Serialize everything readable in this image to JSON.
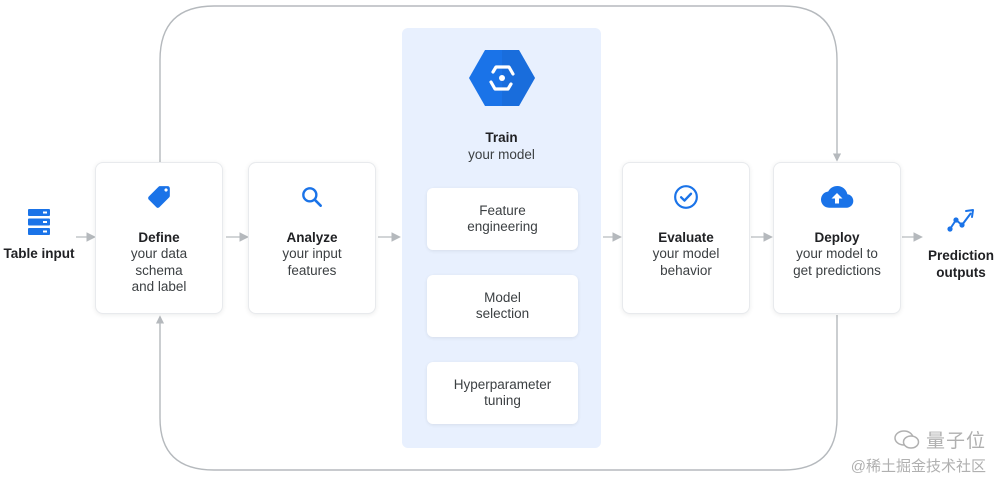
{
  "input": {
    "label": "Table input",
    "icon": "database-icon"
  },
  "steps": [
    {
      "id": "define",
      "title": "Define",
      "desc": [
        "your data",
        "schema",
        "and label"
      ],
      "icon": "tag-icon"
    },
    {
      "id": "analyze",
      "title": "Analyze",
      "desc": [
        "your input",
        "features"
      ],
      "icon": "search-icon"
    },
    {
      "id": "evaluate",
      "title": "Evaluate",
      "desc": [
        "your model",
        "behavior"
      ],
      "icon": "check-circle-icon"
    },
    {
      "id": "deploy",
      "title": "Deploy",
      "desc": [
        "your model to",
        "get predictions"
      ],
      "icon": "cloud-upload-icon"
    }
  ],
  "train": {
    "title": "Train",
    "desc": "your model",
    "icon": "automl-hexagon-icon",
    "substeps": [
      [
        "Feature",
        "engineering"
      ],
      [
        "Model",
        "selection"
      ],
      [
        "Hyperparameter",
        "tuning"
      ]
    ]
  },
  "output": {
    "label": [
      "Prediction",
      "outputs"
    ],
    "icon": "trend-arrow-icon"
  },
  "watermark": {
    "brand": "量子位",
    "credit": "@稀土掘金技术社区"
  },
  "colors": {
    "accent": "#1a73e8",
    "panel": "#e8f0fe",
    "arrow": "#bdc1c6",
    "loop": "#9aa0a6"
  }
}
